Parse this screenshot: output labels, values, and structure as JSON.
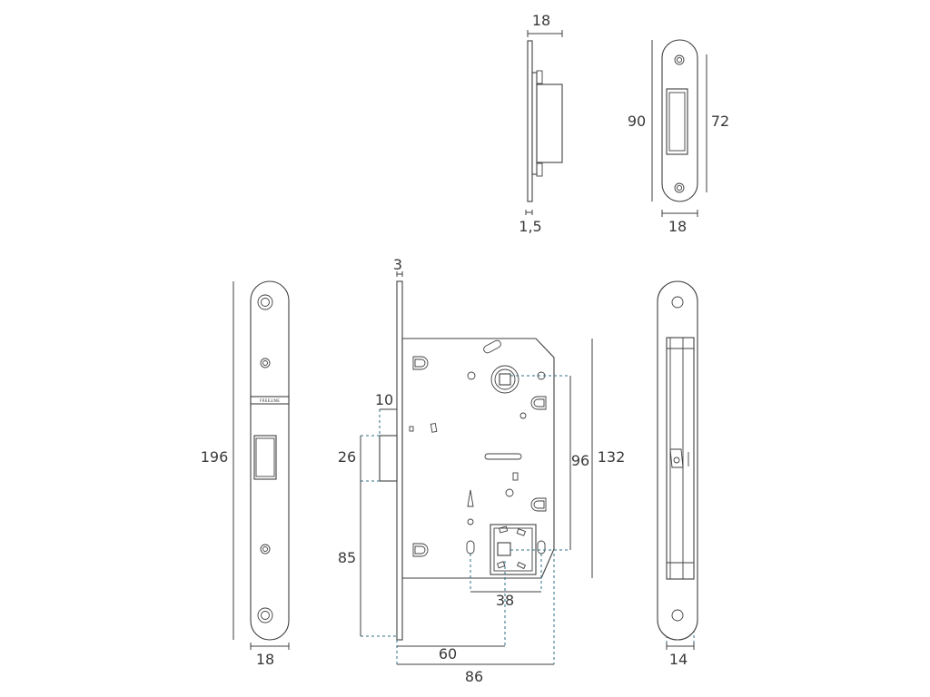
{
  "brand_mark": "FREELINE",
  "dimensions": {
    "striker_side_width": "18",
    "striker_plate_thickness": "1,5",
    "striker_front_height": "90",
    "striker_front_hole_spacing": "72",
    "striker_front_width": "18",
    "forend_thickness": "3",
    "faceplate_height": "196",
    "faceplate_width": "18",
    "latch_projection": "10",
    "latch_height": "26",
    "latch_to_bottom": "85",
    "case_height": "132",
    "spindle_to_bolt_spacing": "96",
    "hole_spacing": "38",
    "backset": "60",
    "case_depth": "86",
    "edge_width": "14"
  },
  "colors": {
    "line": "#3f3f3f",
    "leader": "#2e6f86",
    "background": "#ffffff"
  }
}
